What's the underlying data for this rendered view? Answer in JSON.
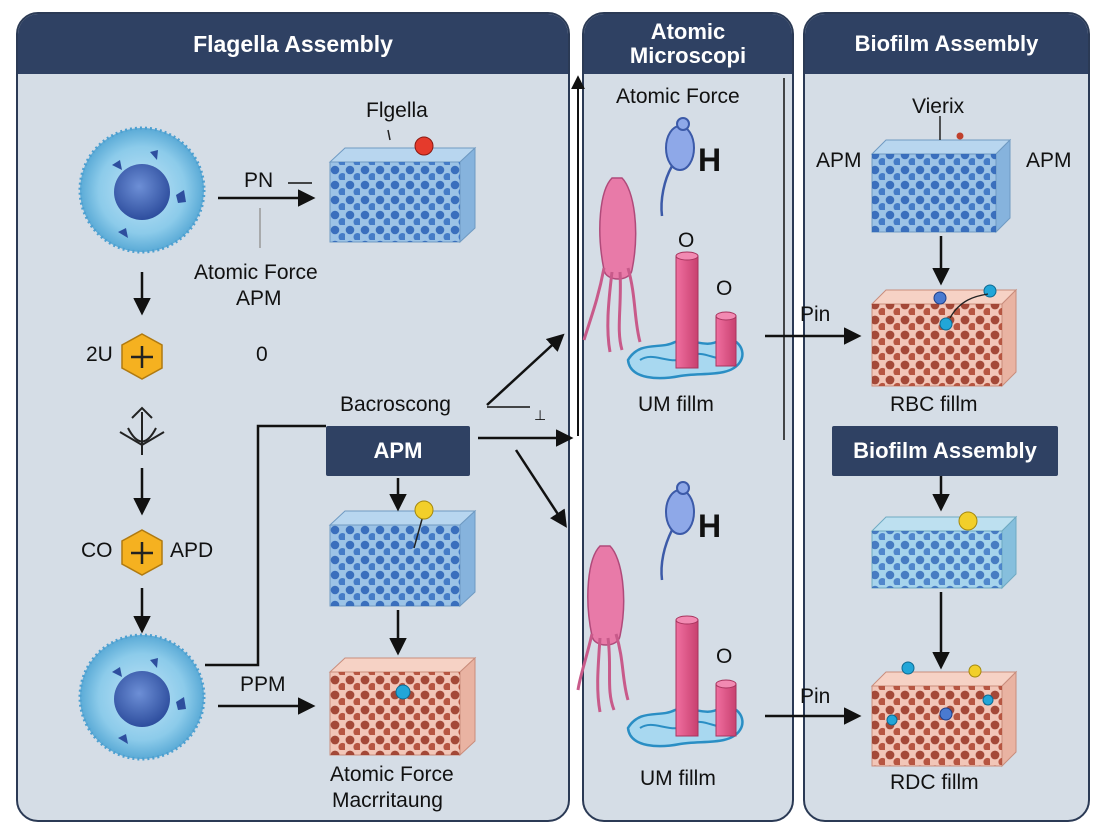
{
  "panels": {
    "left": {
      "title": "Flagella Assembly"
    },
    "middle": {
      "title_line1": "Atomic",
      "title_line2": "Microscopi"
    },
    "right": {
      "title": "Biofilm Assembly"
    }
  },
  "left": {
    "flgella": "Flgella",
    "pn": "PN",
    "atomic_force": "Atomic Force",
    "apm": "APM",
    "two_u": "2U",
    "zero": "0",
    "co": "CO",
    "apd": "APD",
    "bacroscong": "Bacroscong",
    "apm_box": "APM",
    "ppm": "PPM",
    "bottom_line1": "Atomic Force",
    "bottom_line2": "Macrritaung"
  },
  "middle": {
    "atomic_force": "Atomic Force",
    "h_top": "H",
    "o_top1": "O",
    "o_top2": "O",
    "film_top": "UM fillm",
    "h_bottom": "H",
    "o_bottom": "O",
    "film_bottom": "UM fillm",
    "small_mark": "⊥"
  },
  "right": {
    "vierix": "Vierix",
    "apm_left": "APM",
    "apm_right": "APM",
    "pin_top": "Pin",
    "rbc_film": "RBC fillm",
    "biofilm_box": "Biofilm Assembly",
    "pin_bottom": "Pin",
    "rdc_film": "RDC fillm"
  },
  "colors": {
    "panel_bg": "#d5dde6",
    "header": "#2f4163",
    "blue_cube": "#9cc3e6",
    "red_cube": "#f2c6b8",
    "bacteria": "#e87aa8",
    "bar": "#e25a8e",
    "hexagon": "#f5b120"
  }
}
